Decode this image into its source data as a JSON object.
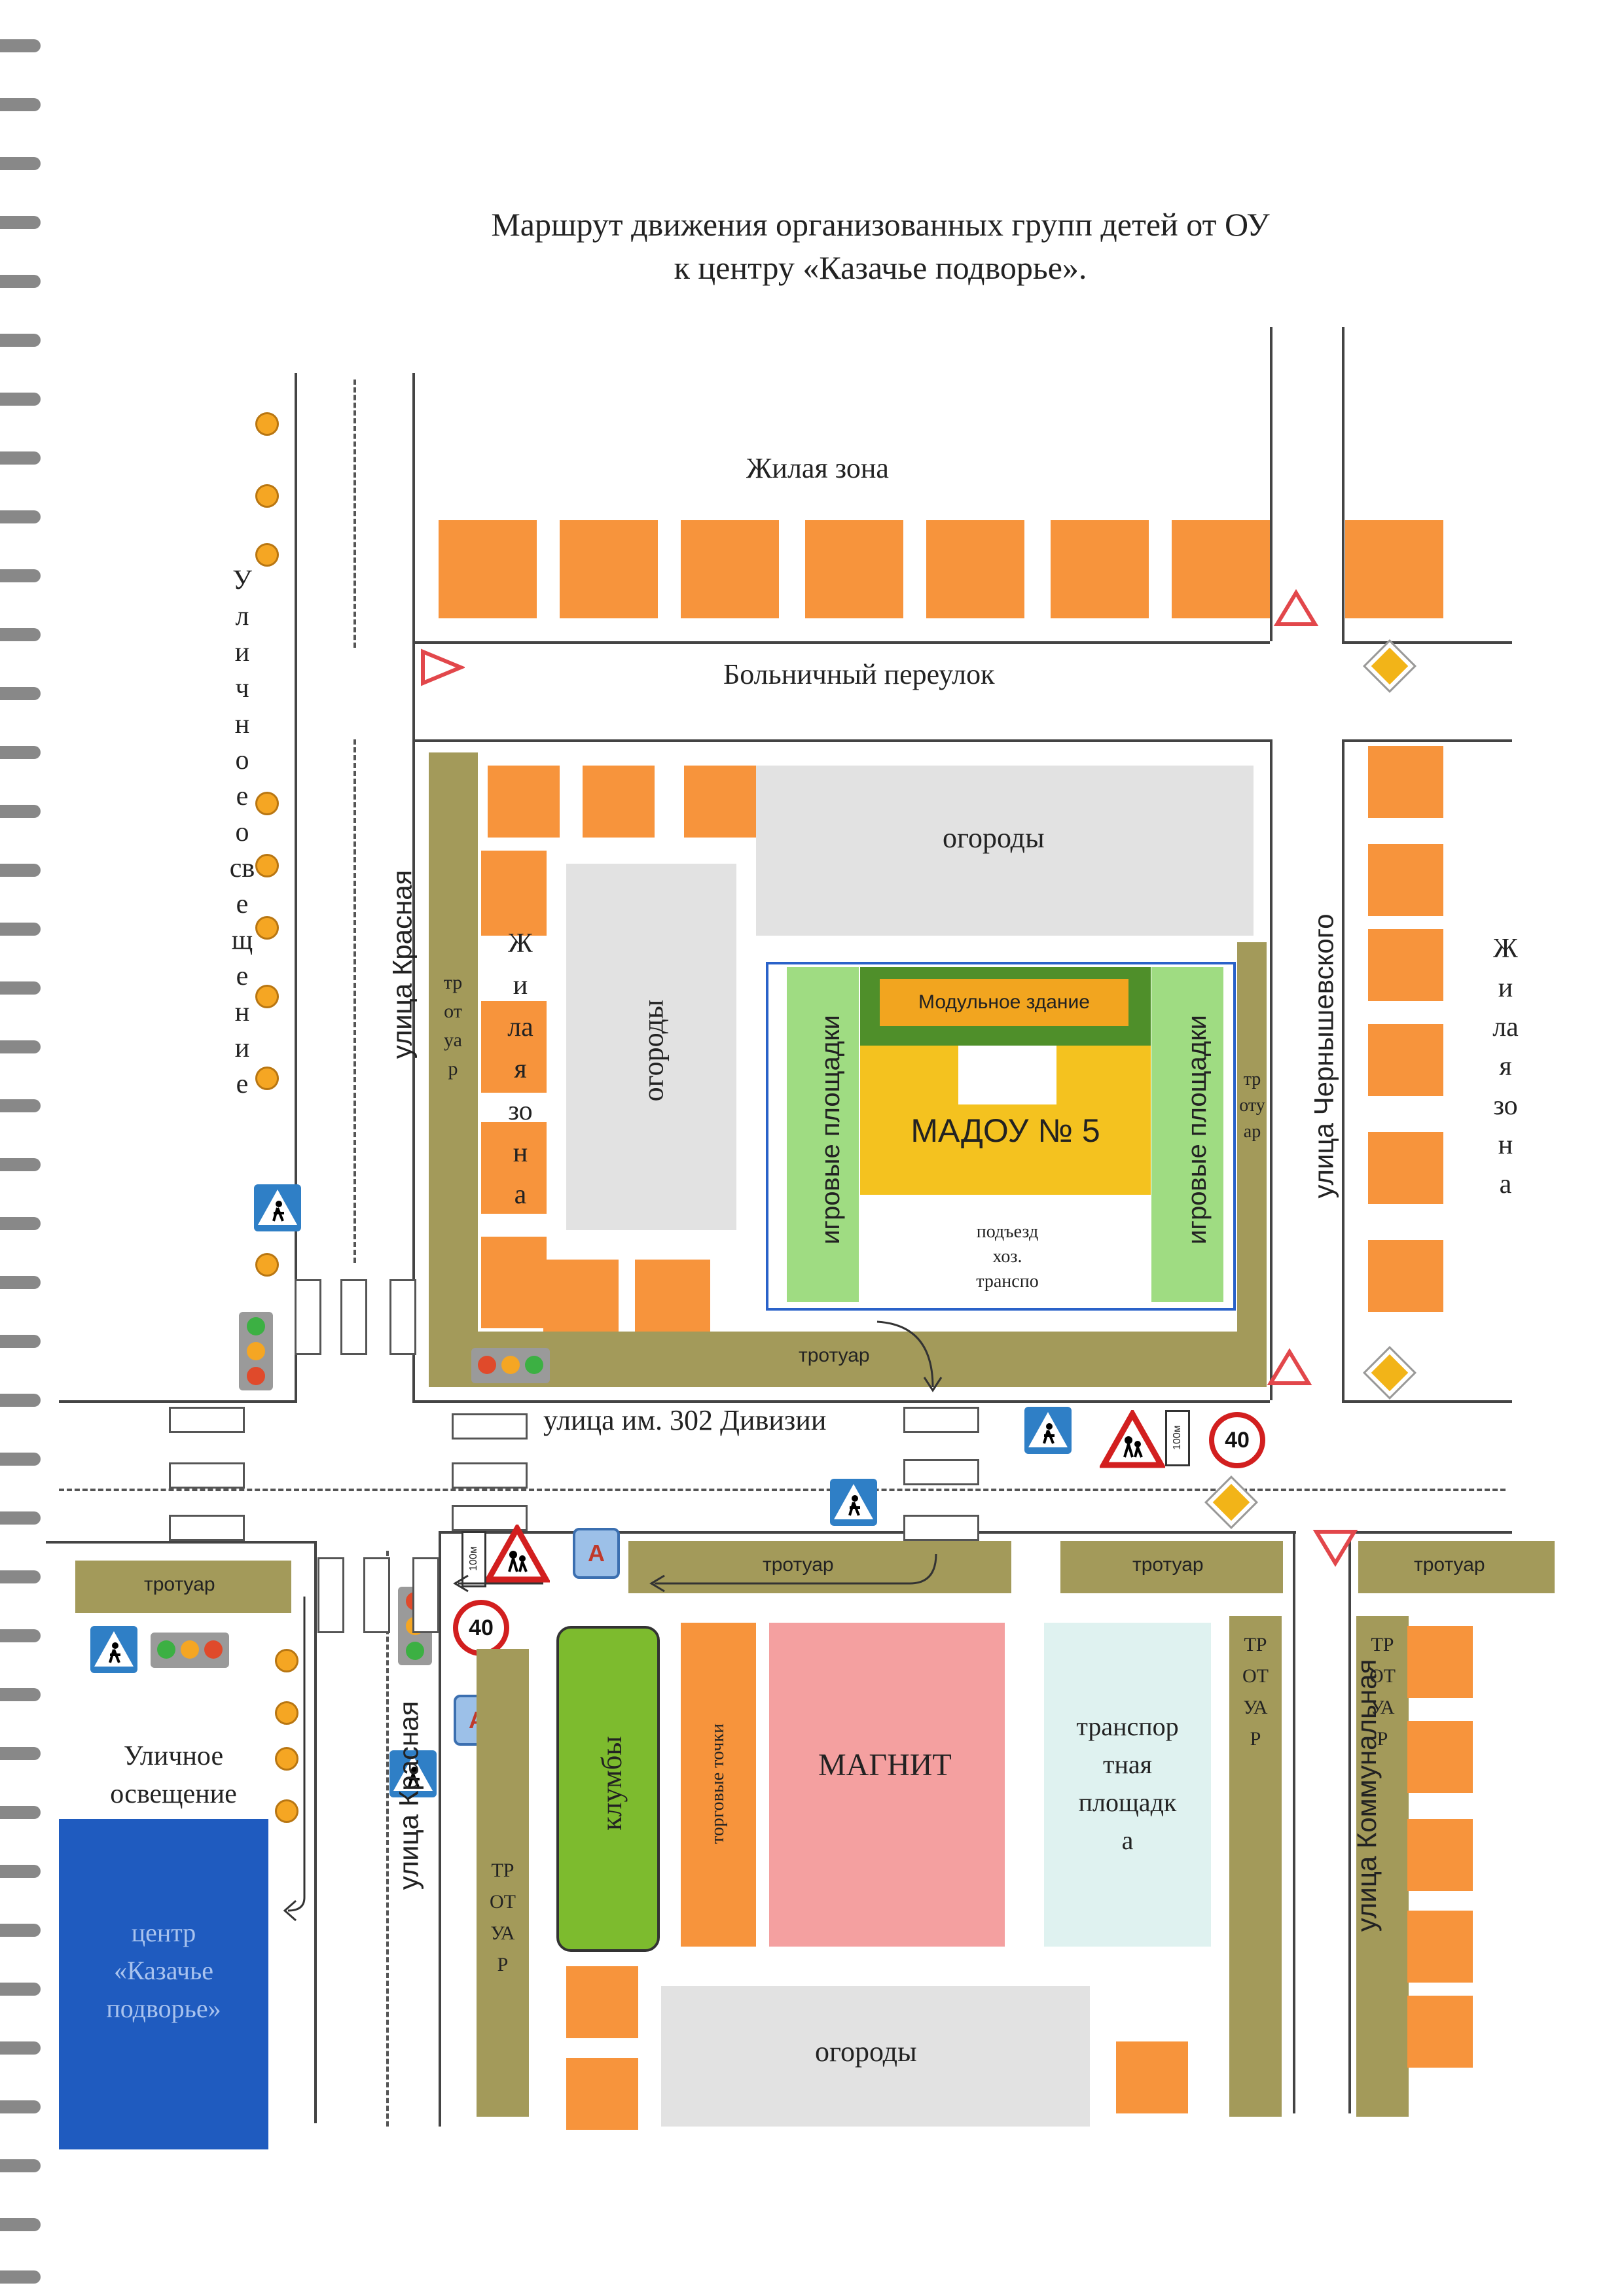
{
  "title": {
    "line1": "Маршрут движения организованных групп детей от ОУ",
    "line2": "к центру «Казачье подворье»."
  },
  "labels": {
    "residential_top": "Жилая зона",
    "bolnichny": "Больничный переулок",
    "ogorody_top": "огороды",
    "ogorody_mid": "огороды",
    "ogorody_bottom": "огороды",
    "residential_left": "Жилая зона",
    "residential_right": "Жилая зона",
    "street_lighting_left": "Уличное освещение",
    "street_krasnaya_top": "улица Красная",
    "street_krasnaya_bottom": "улица Красная",
    "street_chernyshevskogo": "улица Чернышевского",
    "street_302": "улица им. 302 Дивизии",
    "street_kommunalnaya": "улица Коммунальная",
    "modulnoe": "Модульное здание",
    "madou": "МАДОУ № 5",
    "play_left": "игровые площадки",
    "play_right": "игровые площадки",
    "podezd": "подъезд\nхоз.\nтранспо",
    "trotuar_left_vert": "тротуар",
    "trotuar_madou_bottom": "тротуар",
    "trotuar_madou_right": "тротуар",
    "trotuar_left_h": "тротуар",
    "trotuar_mid_h": "тротуар",
    "trotuar_right_h1": "тротуар",
    "trotuar_right_h2": "тротуар",
    "trotuar_bottom_left": "ТРОТУАР",
    "trotuar_bottom_r1": "ТРОТУАР",
    "trotuar_bottom_r2": "ТРОТУАР",
    "klumby": "клумбы",
    "torgovye": "торговые точки",
    "magnit": "МАГНИТ",
    "transport_area": "транспор\nтная\nплощадк\nа",
    "street_lighting_bottom": "Уличное\nосвещение",
    "center": "центр\n«Казачье\nподворье»"
  },
  "signs": {
    "speed_limit_1": "40",
    "speed_limit_2": "40",
    "bus_stop_1": "А",
    "bus_stop_2": "А",
    "distance_plate_1": "100м",
    "distance_plate_2": "100м"
  },
  "colors": {
    "house": "#f7943c",
    "sidewalk": "#a39a5a",
    "garden": "#e2e2e2",
    "lamp": "#f5a623",
    "madou": "#f4c21f",
    "play": "#9fdc82",
    "magnit": "#f4a0a0",
    "klumby": "#7dbb2e",
    "transport_area": "#dff2f0",
    "center": "#1f5bbf"
  }
}
